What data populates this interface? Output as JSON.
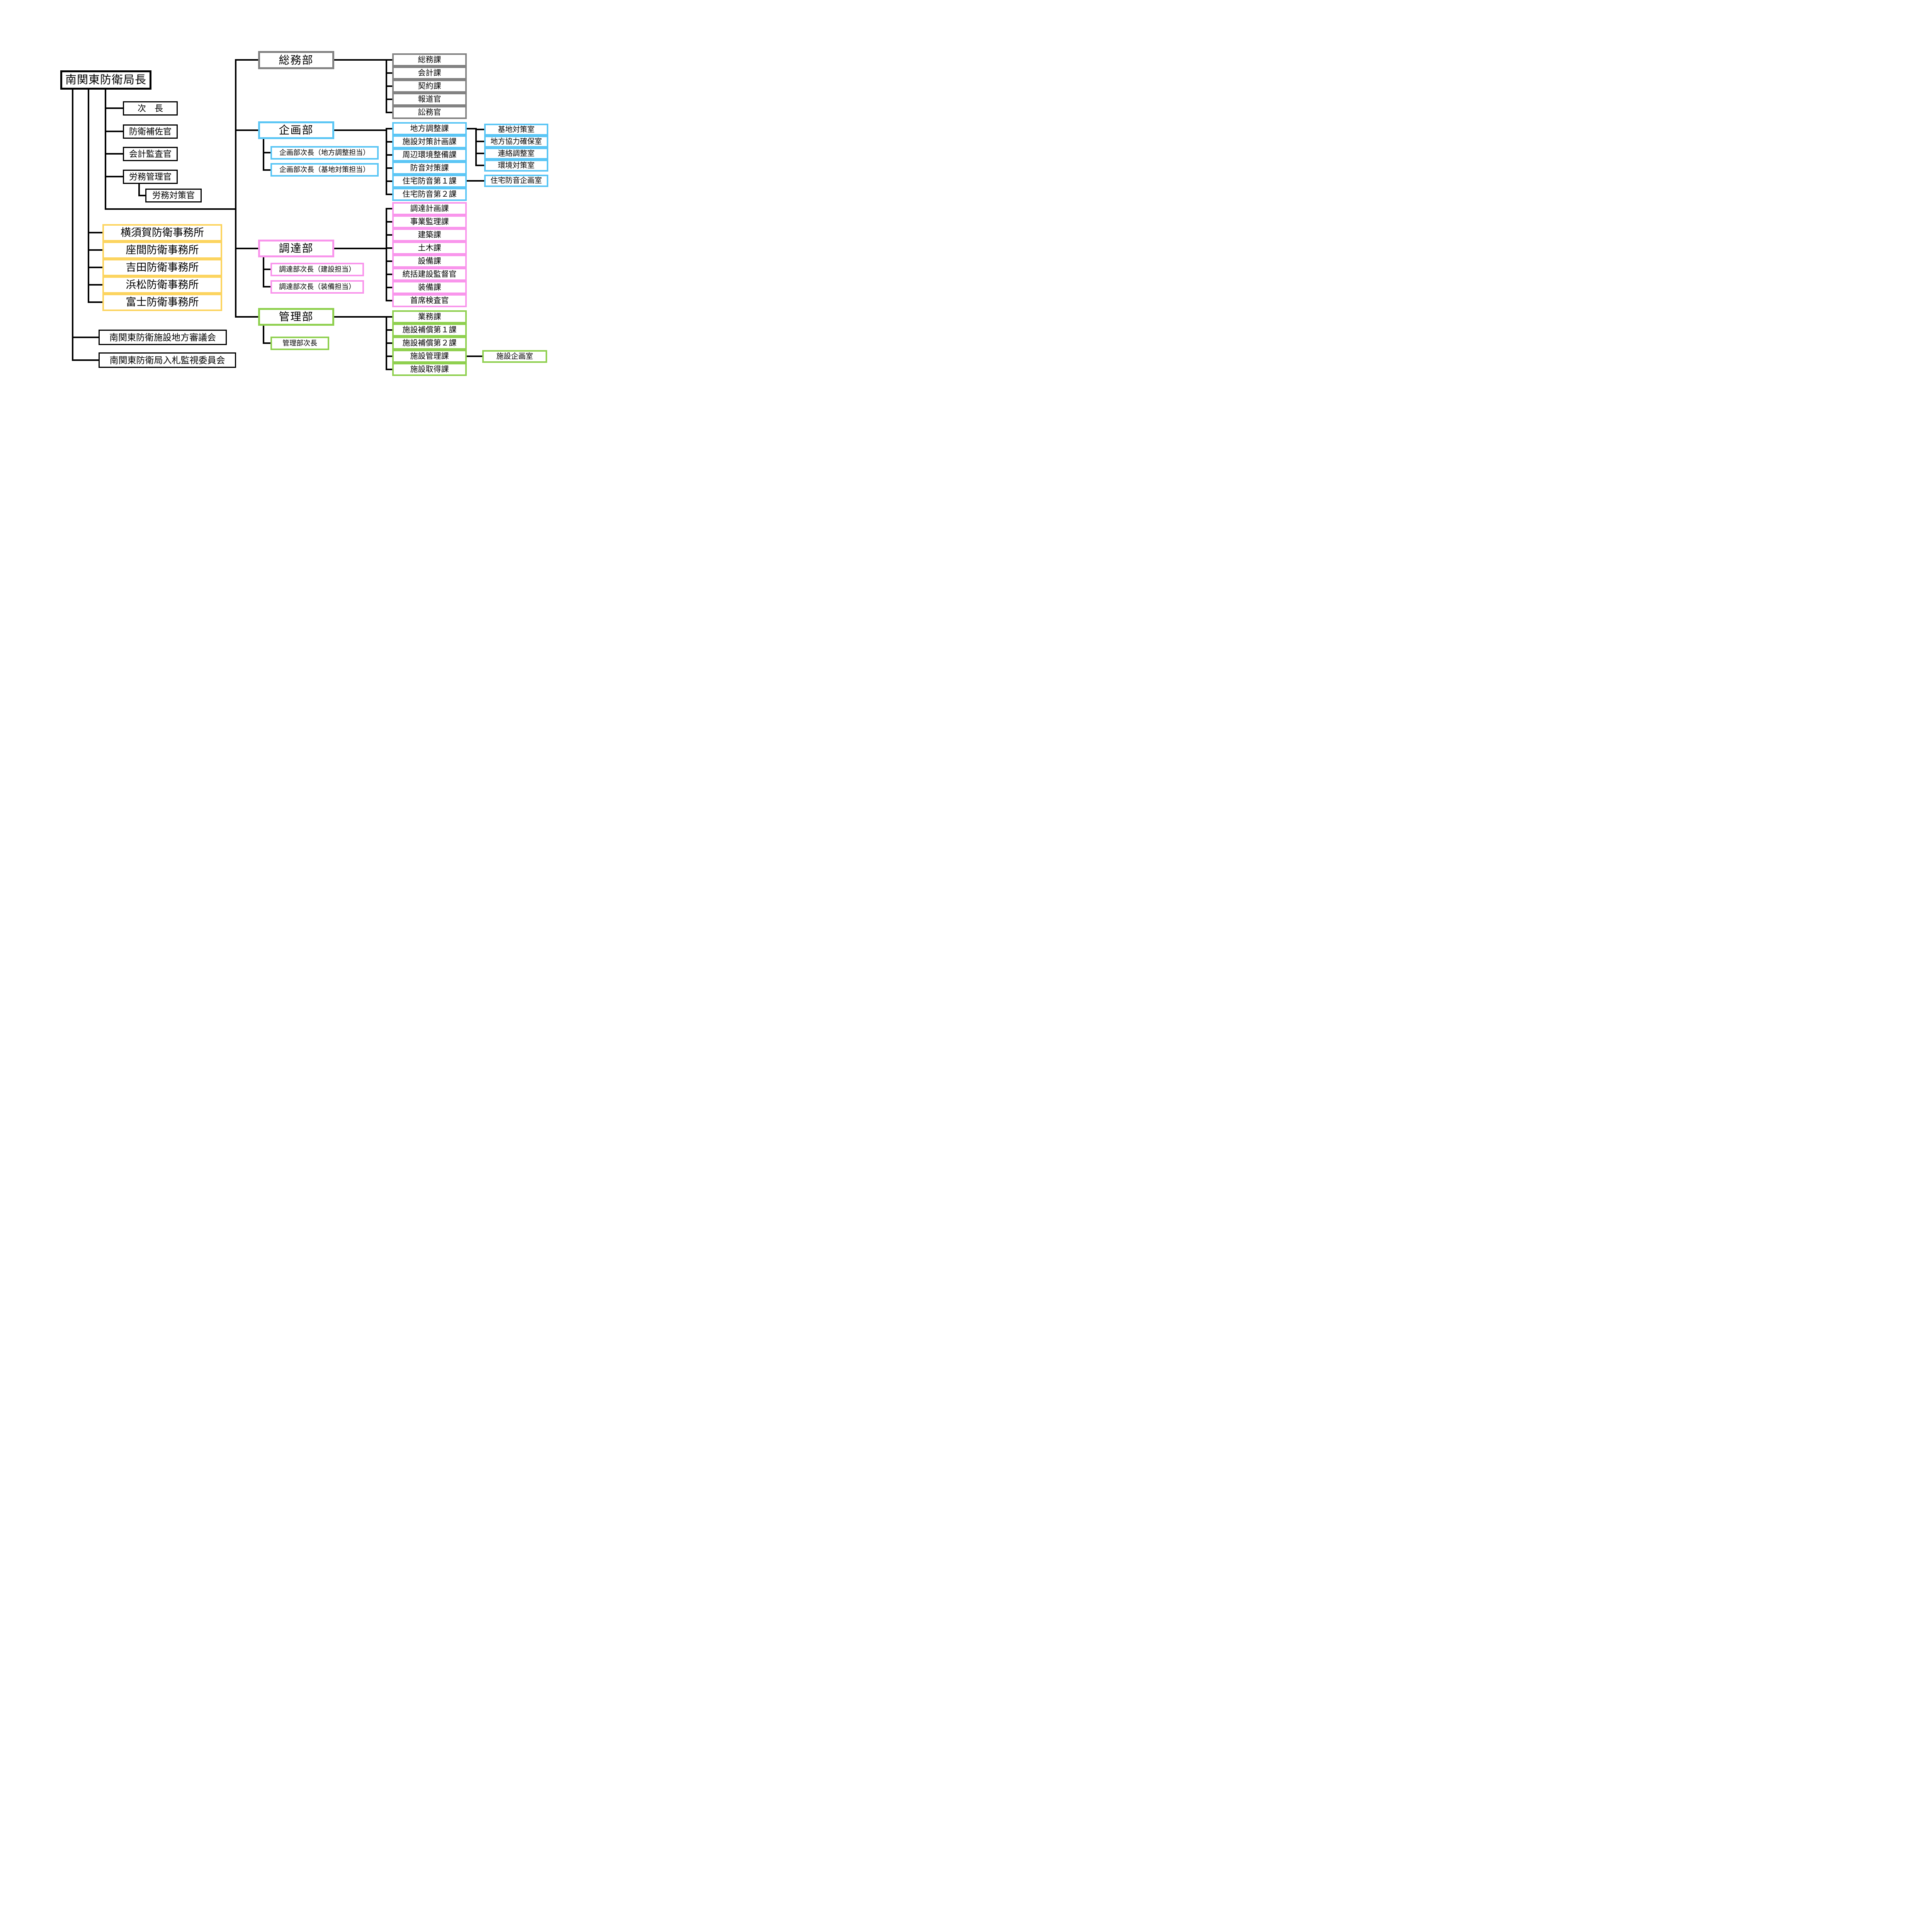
{
  "root": {
    "label": "南関東防衛局長"
  },
  "staff_officers": [
    "次　長",
    "防衛補佐官",
    "会計監査官",
    "労務管理官"
  ],
  "labor_officer_child": "労務対策官",
  "defense_offices": [
    "横須賀防衛事務所",
    "座間防衛事務所",
    "吉田防衛事務所",
    "浜松防衛事務所",
    "富士防衛事務所"
  ],
  "advisory_bodies": [
    "南関東防衛施設地方審議会",
    "南関東防衛局入札監視委員会"
  ],
  "departments": [
    {
      "label": "総務部",
      "color": "#828282",
      "deputies": [],
      "sections": [
        "総務課",
        "会計課",
        "契約課",
        "報道官",
        "訟務官"
      ]
    },
    {
      "label": "企画部",
      "color": "#5BC6F5",
      "deputies": [
        "企画部次長（地方調整担当）",
        "企画部次長（基地対策担当）"
      ],
      "sections": [
        "地方調整課",
        "施設対策計画課",
        "周辺環境整備課",
        "防音対策課",
        "住宅防音第１課",
        "住宅防音第２課"
      ],
      "rooms_of_first_section": [
        "基地対策室",
        "地方協力確保室",
        "連絡調整室",
        "環境対策室"
      ],
      "room_of_fifth_section": "住宅防音企画室"
    },
    {
      "label": "調達部",
      "color": "#F995EC",
      "deputies": [
        "調達部次長（建設担当）",
        "調達部次長（装備担当）"
      ],
      "sections": [
        "調達計画課",
        "事業監理課",
        "建築課",
        "土木課",
        "設備課",
        "統括建設監督官",
        "装備課",
        "首席検査官"
      ]
    },
    {
      "label": "管理部",
      "color": "#8FD04F",
      "deputies": [
        "管理部次長"
      ],
      "sections": [
        "業務課",
        "施設補償第１課",
        "施設補償第２課",
        "施設管理課",
        "施設取得課"
      ],
      "room_of_fourth_section": "施設企画室"
    }
  ],
  "line_color": "#000000",
  "office_border_color": "#FCD45F"
}
